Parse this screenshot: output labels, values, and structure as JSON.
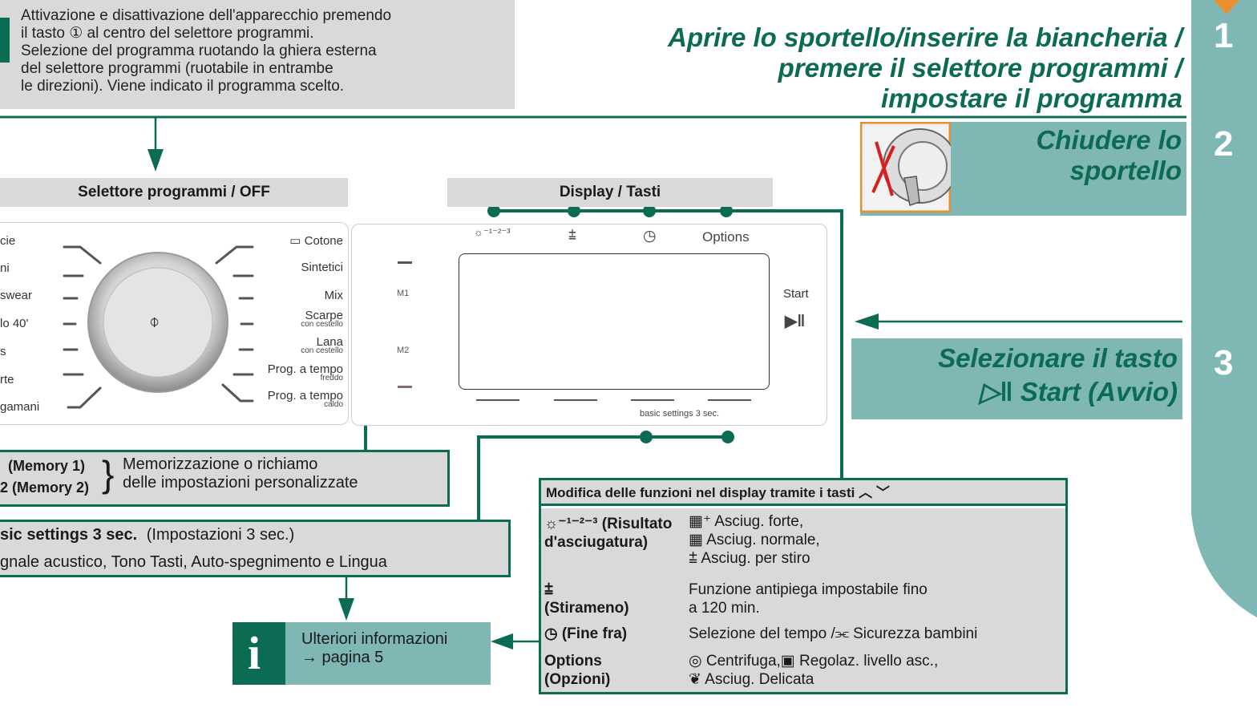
{
  "intro_text": [
    "Attivazione e disattivazione dell'apparecchio premendo",
    "il tasto ① al centro del selettore programmi.",
    "Selezione del programma ruotando la ghiera esterna",
    "del selettore programmi (ruotabile in entrambe",
    "le direzioni). Viene indicato il programma scelto."
  ],
  "steps": {
    "step1": {
      "number": "1",
      "lines": [
        "Aprire lo sportello/inserire la biancheria /",
        "premere il selettore programmi /",
        "impostare il programma"
      ]
    },
    "step2": {
      "number": "2",
      "lines": [
        "Chiudere lo",
        "sportello"
      ]
    },
    "step3": {
      "number": "3",
      "lines": [
        "Selezionare il tasto",
        "▷‖ Start (Avvio)"
      ]
    }
  },
  "selector": {
    "header": "Selettore programmi / OFF",
    "power_symbol": "⌽",
    "left_programs": [
      "cie",
      "ni",
      "swear",
      "lo 40'",
      "s",
      "rte",
      "gamani"
    ],
    "right_programs": [
      {
        "name": "▭ Cotone",
        "sub": ""
      },
      {
        "name": "Sintetici",
        "sub": ""
      },
      {
        "name": "Mix",
        "sub": ""
      },
      {
        "name": "Scarpe",
        "sub": "con cestello"
      },
      {
        "name": "Lana",
        "sub": "con cestello"
      },
      {
        "name": "Prog. a tempo",
        "sub": "freddo"
      },
      {
        "name": "Prog. a tempo",
        "sub": "caldo"
      }
    ]
  },
  "display": {
    "header": "Display / Tasti",
    "top_icons": [
      "☼⁻¹⁻²⁻³",
      "⩲",
      "◷",
      "Options"
    ],
    "m1": "M1",
    "m2": "M2",
    "start_label": "Start",
    "start_icon": "▶‖",
    "basic_settings": "basic settings 3 sec."
  },
  "memory": {
    "label1": "(Memory 1)",
    "label2": "2 (Memory 2)",
    "brace": "}",
    "desc": [
      "Memorizzazione o richiamo",
      "delle impostazioni personalizzate"
    ]
  },
  "basic": {
    "title": "sic settings 3 sec.",
    "title_suffix": "(Impostazioni 3 sec.)",
    "desc": "gnale acustico, Tono Tasti, Auto-spegnimento e Lingua"
  },
  "info": {
    "icon": "i",
    "line1": "Ulteriori informazioni",
    "line2": "→ pagina 5"
  },
  "functions": {
    "header": "Modifica delle funzioni nel display tramite i tasti ︿ ﹀",
    "rows": [
      {
        "label": [
          "☼⁻¹⁻²⁻³  (Risultato",
          "d'asciugatura)"
        ],
        "desc": [
          "▦⁺ Asciug. forte,",
          "▦ Asciug. normale,",
          "⩲ Asciug. per stiro"
        ]
      },
      {
        "label": [
          "⩲",
          "(Stirameno)"
        ],
        "desc": [
          "Funzione antipiega impostabile fino",
          "a 120 min."
        ]
      },
      {
        "label": [
          "◷ (Fine fra)"
        ],
        "desc": [
          "Selezione del tempo /⫘ Sicurezza bambini"
        ]
      },
      {
        "label": [
          "Options",
          "(Opzioni)"
        ],
        "desc": [
          "◎ Centrifuga,▣ Regolaz. livello asc.,",
          "❦ Asciug. Delicata"
        ]
      }
    ]
  },
  "colors": {
    "green": "#0c6b53",
    "teal": "#7fb7b5",
    "gray": "#d9d9d9",
    "orange": "#e8902e"
  }
}
